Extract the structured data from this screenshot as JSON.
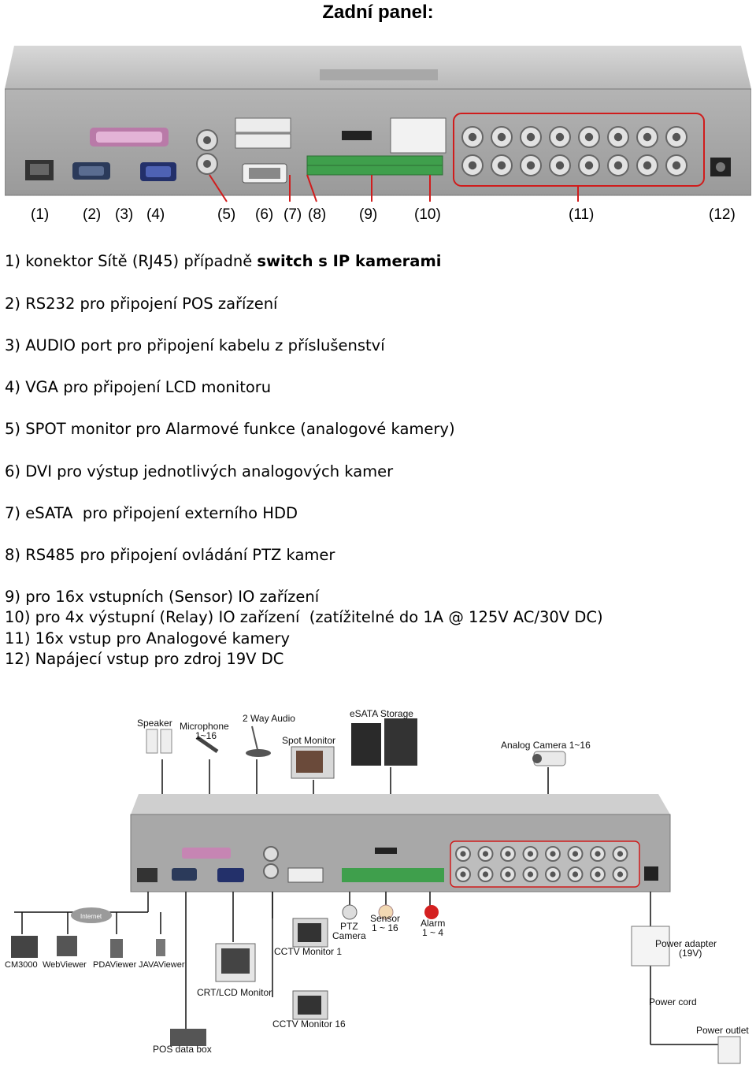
{
  "title": "Zadní panel:",
  "panel": {
    "callouts": [
      "(1)",
      "(2)",
      "(3)",
      "(4)",
      "(5)",
      "(6)",
      "(7)",
      "(8)",
      "(9)",
      "(10)",
      "(11)",
      "(12)"
    ]
  },
  "items": [
    {
      "text": "1) konektor Sítě (RJ45) případně ",
      "bold": "switch s IP kamerami"
    },
    {
      "text": "2) RS232 pro připojení POS zařízení"
    },
    {
      "text": "3) AUDIO port pro připojení kabelu z příslušenství"
    },
    {
      "text": "4) VGA pro připojení LCD monitoru"
    },
    {
      "text": "5) SPOT monitor pro Alarmové funkce (analogové kamery)"
    },
    {
      "text": "6) DVI pro výstup jednotlivých analogových kamer"
    },
    {
      "text": "7) eSATA  pro připojení externího HDD"
    },
    {
      "text": "8) RS485 pro připojení ovládání PTZ kamer"
    },
    {
      "text": "9) pro 16x vstupních (Sensor) IO zařízení"
    },
    {
      "text": "10) pro 4x výstupní (Relay) IO zařízení  (zatížitelné do 1A @ 125V AC/30V DC)"
    },
    {
      "text": "11) 16x vstup pro Analogové kamery"
    },
    {
      "text": "12) Napájecí vstup pro zdroj 19V DC"
    }
  ],
  "diagram": {
    "speaker": "Speaker",
    "microphone": "Microphone",
    "microphone_range": "1~16",
    "two_way_audio": "2 Way Audio",
    "spot_monitor": "Spot Monitor",
    "esata_storage": "eSATA Storage",
    "analog_camera": "Analog Camera 1~16",
    "internet": "Internet",
    "cm3000": "CM3000",
    "webviewer": "WebViewer",
    "pdaviewer": "PDAViewer",
    "javaviewer": "JAVAViewer",
    "cctv_monitor_1": "CCTV Monitor 1",
    "crt_lcd_monitor": "CRT/LCD Monitor",
    "cctv_monitor_16": "CCTV Monitor 16",
    "pos_data_box": "POS data box",
    "ptz": "PTZ",
    "camera": "Camera",
    "sensor": "Sensor",
    "sensor_range": "1 ~ 16",
    "alarm": "Alarm",
    "alarm_range": "1 ~ 4",
    "power_adapter": "Power adapter",
    "power_adapter_v": "(19V)",
    "power_cord": "Power cord",
    "power_outlet": "Power outlet"
  }
}
